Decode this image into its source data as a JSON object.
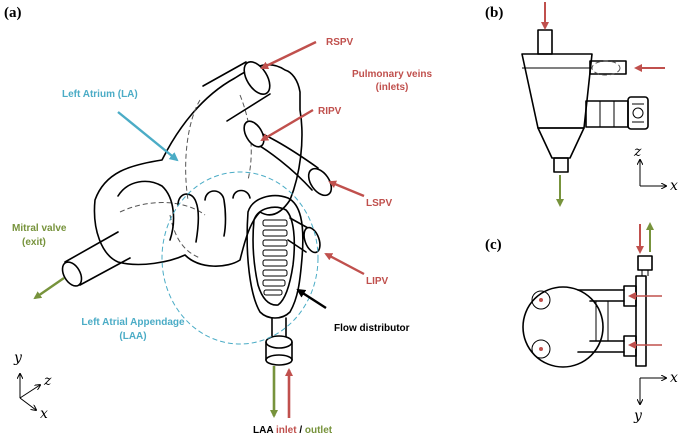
{
  "panels": {
    "a": "(a)",
    "b": "(b)",
    "c": "(c)"
  },
  "labels": {
    "rspv": "RSPV",
    "pulmonary_veins_line1": "Pulmonary veins",
    "pulmonary_veins_line2": "(inlets)",
    "ripv": "RIPV",
    "lspv": "LSPV",
    "lipv": "LIPV",
    "left_atrium": "Left Atrium (LA)",
    "mitral_valve_line1": "Mitral valve",
    "mitral_valve_line2": "(exit)",
    "laa_line1": "Left Atrial Appendage",
    "laa_line2": "(LAA)",
    "flow_distributor": "Flow distributor",
    "laa_part": "LAA",
    "inlet_part": "inlet",
    "sep_part": "/",
    "outlet_part": "outlet"
  },
  "axes": {
    "a": {
      "y": "y",
      "z": "z",
      "x": "x"
    },
    "b": {
      "z": "z",
      "x": "x"
    },
    "c": {
      "x": "x",
      "y": "y"
    }
  },
  "colors": {
    "inlet": "#c0504d",
    "outlet": "#77933c",
    "atrium": "#4bacc6",
    "line": "#000000"
  },
  "icons": [
    "arrow-icon",
    "axis-triad-icon"
  ]
}
